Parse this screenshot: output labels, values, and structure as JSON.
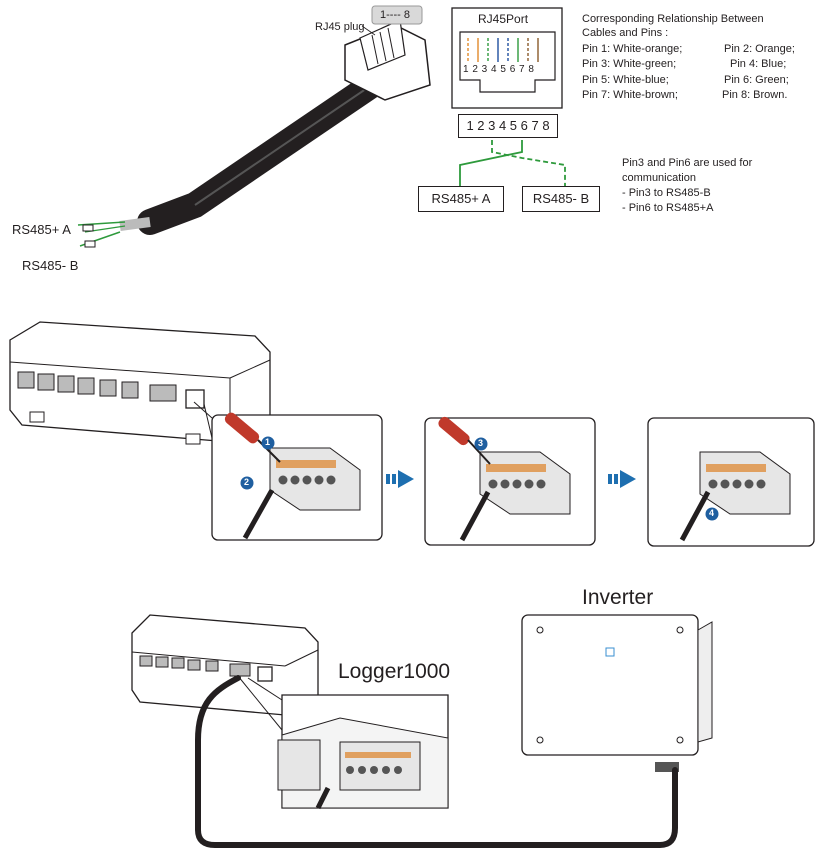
{
  "rj45_plug": {
    "label": "RJ45 plug",
    "pin_range": "1---- 8",
    "wire_a_label": "RS485+ A",
    "wire_b_label": "RS485- B"
  },
  "rj45_port": {
    "title": "RJ45Port",
    "pin_numbers": "1 2 3 4 5 6 7 8",
    "pin_strip": "1 2 3 4 5 6 7 8",
    "box_a": "RS485+ A",
    "box_b": "RS485- B"
  },
  "pin_table": {
    "heading_line1": "Corresponding Relationship Between",
    "heading_line2": "Cables and Pins :",
    "rows": [
      {
        "left": "Pin 1: White-orange;",
        "right": "Pin 2: Orange;"
      },
      {
        "left": "Pin 3: White-green;",
        "right": "Pin 4: Blue;"
      },
      {
        "left": "Pin 5: White-blue;",
        "right": "Pin 6: Green;"
      },
      {
        "left": "Pin 7: White-brown;",
        "right": "Pin 8: Brown."
      }
    ]
  },
  "comm_note": {
    "line1": "Pin3 and Pin6 are used for",
    "line2": "communication",
    "line3": "- Pin3 to RS485-B",
    "line4": "- Pin6 to RS485+A"
  },
  "steps": [
    "1",
    "2",
    "3",
    "4"
  ],
  "connection": {
    "inverter_label": "Inverter",
    "logger_label": "Logger1000"
  },
  "colors": {
    "line": "#231f20",
    "wire_green": "#2e9a3c",
    "step_blue": "#1f5fa0",
    "arrow_blue": "#1e6fb0",
    "screwdriver_red": "#c0392b",
    "terminal_orange": "#e0a060"
  }
}
